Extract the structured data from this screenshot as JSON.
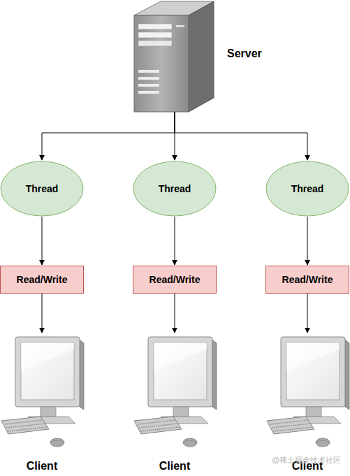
{
  "diagram": {
    "nodes": [
      {
        "text": [
          "Server"
        ]
      },
      {
        "text": [
          "Thread"
        ]
      },
      {
        "text": [
          "Thread"
        ]
      },
      {
        "text": [
          "Thread"
        ]
      },
      {
        "text": [
          "Read/Write"
        ]
      },
      {
        "text": [
          "Read/Write"
        ]
      },
      {
        "text": [
          "Read/Write"
        ]
      },
      {
        "text": [
          "Client"
        ]
      },
      {
        "text": [
          "Client"
        ]
      },
      {
        "text": [
          "Client"
        ]
      }
    ],
    "edges": [
      {
        "from": 0,
        "to": 1,
        "arrow": "to"
      },
      {
        "from": 0,
        "to": 2,
        "arrow": "to"
      },
      {
        "from": 0,
        "to": 3,
        "arrow": "to"
      },
      {
        "from": 1,
        "to": 4,
        "arrow": "to"
      },
      {
        "from": 2,
        "to": 5,
        "arrow": "to"
      },
      {
        "from": 3,
        "to": 6,
        "arrow": "to"
      },
      {
        "from": 4,
        "to": 7,
        "arrow": "to"
      },
      {
        "from": 5,
        "to": 8,
        "arrow": "to"
      },
      {
        "from": 6,
        "to": 9,
        "arrow": "to"
      }
    ],
    "labels": [
      "@稀土掘金技术社区"
    ]
  }
}
